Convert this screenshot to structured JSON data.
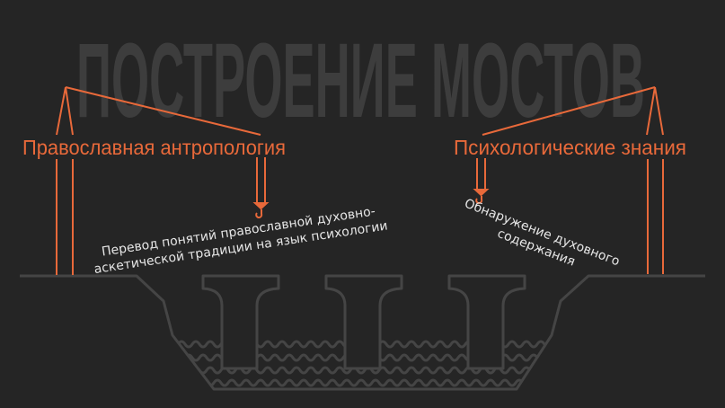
{
  "title": "ПОСТРОЕНИЕ МОСТОВ",
  "left_crane": {
    "label": "Православная антропология",
    "caption_line1": "Перевод понятий православной духовно-",
    "caption_line2": "аскетической традиции на язык психологии"
  },
  "right_crane": {
    "label": "Психологические знания",
    "caption_line1": "Обнаружение духовного",
    "caption_line2": "содержания"
  },
  "colors": {
    "background": "#252525",
    "accent": "#e8693a",
    "structure": "#454545",
    "title": "#3d3d3d"
  }
}
